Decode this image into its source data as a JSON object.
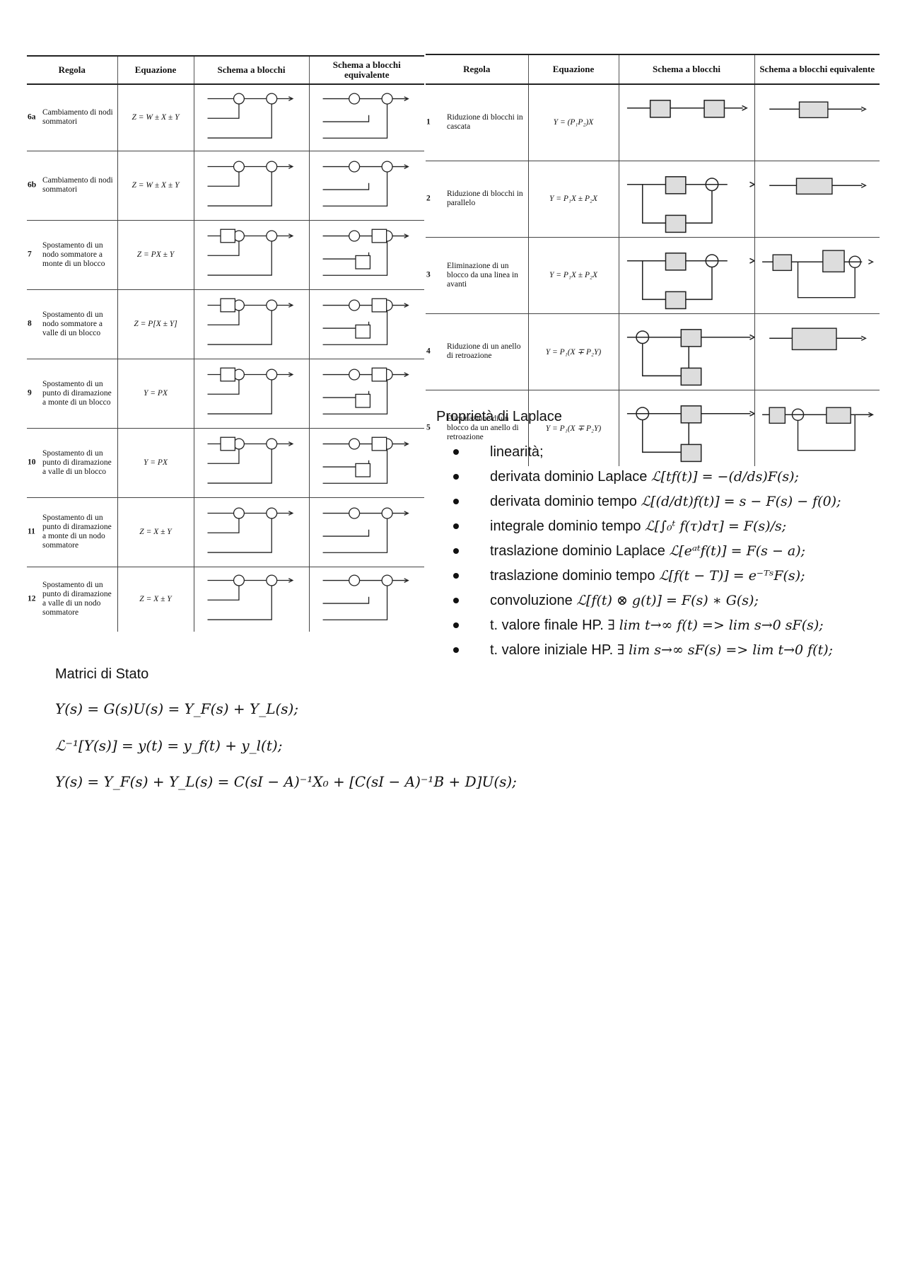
{
  "left_table": {
    "headers": [
      "Regola",
      "Equazione",
      "Schema a blocchi",
      "Schema a blocchi equivalente"
    ],
    "rows": [
      {
        "num": "6a",
        "rule": "Cambiamento di nodi sommatori",
        "eq": "Z = W ± X ± Y"
      },
      {
        "num": "6b",
        "rule": "Cambiamento di nodi sommatori",
        "eq": "Z = W ± X ± Y"
      },
      {
        "num": "7",
        "rule": "Spostamento di un nodo sommatore a monte di un blocco",
        "eq": "Z = PX ± Y"
      },
      {
        "num": "8",
        "rule": "Spostamento di un nodo sommatore a valle di un blocco",
        "eq": "Z = P[X ± Y]"
      },
      {
        "num": "9",
        "rule": "Spostamento di un punto di diramazione a monte di un blocco",
        "eq": "Y = PX"
      },
      {
        "num": "10",
        "rule": "Spostamento di un punto di diramazione a valle di un blocco",
        "eq": "Y = PX"
      },
      {
        "num": "11",
        "rule": "Spostamento di un punto di diramazione a monte di un nodo sommatore",
        "eq": "Z = X ± Y"
      },
      {
        "num": "12",
        "rule": "Spostamento di un punto di diramazione a valle di un nodo sommatore",
        "eq": "Z = X ± Y"
      }
    ]
  },
  "right_table": {
    "headers": [
      "Regola",
      "Equazione",
      "Schema a blocchi",
      "Schema a blocchi equivalente"
    ],
    "rows": [
      {
        "num": "1",
        "rule": "Riduzione di blocchi in cascata",
        "eq": "Y = (P₁P₂)X"
      },
      {
        "num": "2",
        "rule": "Riduzione di blocchi in parallelo",
        "eq": "Y = P₁X ± P₂X"
      },
      {
        "num": "3",
        "rule": "Eliminazione di un blocco da una linea in avanti",
        "eq": "Y = P₁X ± P₂X"
      },
      {
        "num": "4",
        "rule": "Riduzione di un anello di retroazione",
        "eq": "Y = P₁(X ∓ P₂Y)"
      },
      {
        "num": "5",
        "rule": "Eliminazione di un blocco da un anello di retroazione",
        "eq": "Y = P₁(X ∓ P₂Y)"
      }
    ]
  },
  "laplace": {
    "title": "Proprietà di Laplace",
    "items": [
      {
        "label": "linearità;",
        "formula": ""
      },
      {
        "label": "derivata dominio Laplace ",
        "formula": "ℒ[tf(t)] = −(d/ds)F(s);"
      },
      {
        "label": "derivata dominio tempo ",
        "formula": "ℒ[(d/dt)f(t)] = s − F(s) − f(0);"
      },
      {
        "label": "integrale dominio tempo ",
        "formula": "ℒ[∫₀ᵗ f(τ)dτ] = F(s)/s;"
      },
      {
        "label": "traslazione dominio Laplace ",
        "formula": "ℒ[eᵃᵗf(t)] = F(s − a);"
      },
      {
        "label": "traslazione dominio tempo ",
        "formula": "ℒ[f(t − T)] = e⁻ᵀˢF(s);"
      },
      {
        "label": "convoluzione ",
        "formula": "ℒ[f(t) ⊗ g(t)] = F(s) ∗ G(s);"
      },
      {
        "label": "t. valore finale HP. ",
        "formula": "∃ lim t→∞ f(t) => lim s→0 sF(s);"
      },
      {
        "label": "t. valore iniziale HP. ",
        "formula": "∃ lim s→∞ sF(s) => lim t→0 f(t);"
      }
    ]
  },
  "stato": {
    "title": "Matrici di Stato",
    "eq1": "Y(s) = G(s)U(s) = Y_F(s) + Y_L(s);",
    "eq2": "ℒ⁻¹[Y(s)] = y(t) = y_f(t) + y_l(t);",
    "eq3": "Y(s) = Y_F(s) + Y_L(s) = C(sI − A)⁻¹X₀ + [C(sI − A)⁻¹B + D]U(s);"
  }
}
